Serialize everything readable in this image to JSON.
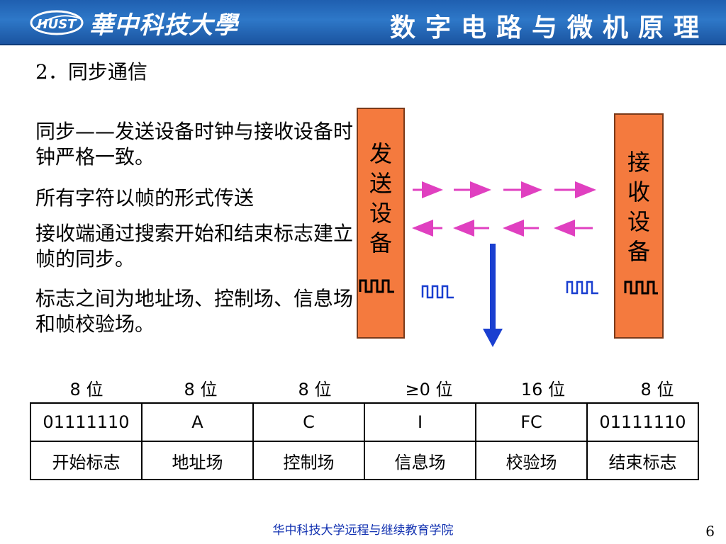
{
  "header": {
    "logo_text": "HUST",
    "university": "華中科技大學",
    "course": "数字电路与微机原理",
    "colors": {
      "banner": "#2e78c8",
      "text": "#ffffff"
    }
  },
  "slide": {
    "section_title": "2．同步通信",
    "paragraphs": [
      "同步——发送设备时钟与接收设备时钟严格一致。",
      "所有字符以帧的形式传送",
      "接收端通过搜索开始和结束标志建立帧的同步。",
      "标志之间为地址场、控制场、信息场和帧校验场。"
    ]
  },
  "diagram": {
    "sender_label": "发送设备",
    "receiver_label": "接收设备",
    "colors": {
      "box": "#f47a3e",
      "arrow_right": "#e040c0",
      "arrow_left": "#e040c0",
      "down_arrow": "#1a3fd0",
      "clock_blue": "#1a3fd0"
    },
    "icons": [
      "clock-waveform-icon"
    ]
  },
  "frame": {
    "headers": [
      "8 位",
      "8 位",
      "8 位",
      "≥0 位",
      "16 位",
      "8 位"
    ],
    "values": [
      "01111110",
      "A",
      "C",
      "I",
      "FC",
      "01111110"
    ],
    "names": [
      "开始标志",
      "地址场",
      "控制场",
      "信息场",
      "校验场",
      "结束标志"
    ]
  },
  "footer": {
    "institution": "华中科技大学远程与继续教育学院",
    "page_number": "6"
  }
}
